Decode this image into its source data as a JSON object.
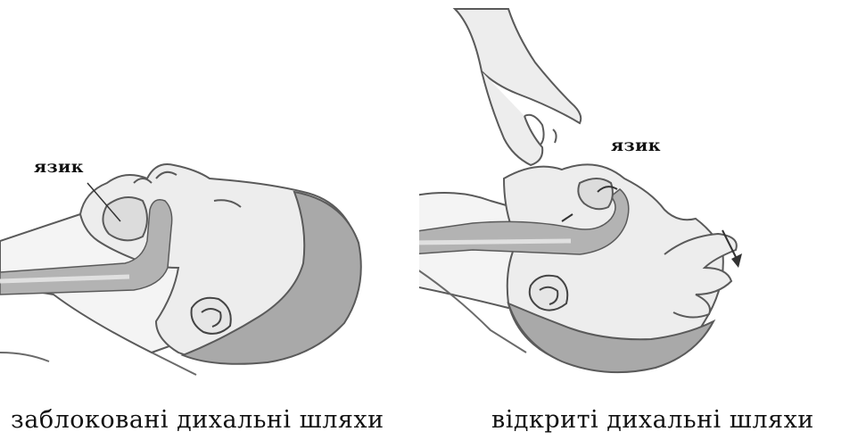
{
  "left_panel": {
    "tongue_label": "язик",
    "caption": "заблоковані дихальні шляхи"
  },
  "right_panel": {
    "tongue_label": "язик",
    "caption": "відкриті дихальні шляхи"
  },
  "colors": {
    "background": "#ffffff",
    "outline": "#5a5a5a",
    "skin": "#ededed",
    "skin_light": "#f6f6f6",
    "hair": "#a9a9a9",
    "airway": "#b3b3b3",
    "shadow": "#d4d4d4"
  },
  "icons": [
    "hand-icon",
    "arrow-icon"
  ]
}
